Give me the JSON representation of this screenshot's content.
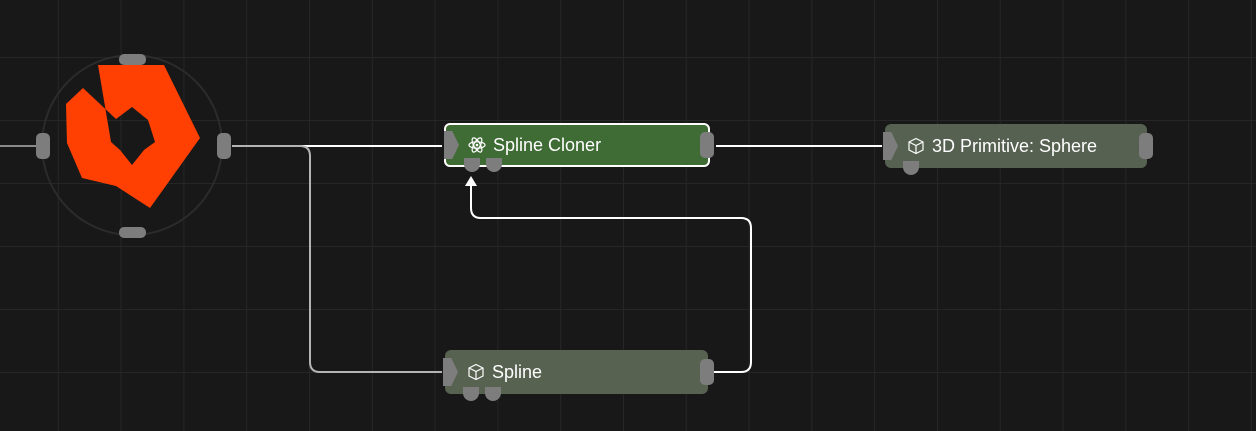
{
  "canvas": {
    "background": "#181818",
    "grid_color": "#262626"
  },
  "root_node": {
    "icon": "cavalry-star-logo-icon",
    "color": "#ff4002"
  },
  "nodes": {
    "cloner": {
      "title": "Spline Cloner",
      "icon": "atom-icon",
      "color": "#3f6b35",
      "selected": true
    },
    "sphere": {
      "title": "3D Primitive: Sphere",
      "icon": "cube-icon",
      "color": "#566151"
    },
    "spline": {
      "title": "Spline",
      "icon": "cube-icon",
      "color": "#576250"
    }
  },
  "connections": [
    {
      "from": "root_node",
      "to": "cloner"
    },
    {
      "from": "root_node",
      "to": "spline"
    },
    {
      "from": "cloner",
      "to": "sphere"
    },
    {
      "from": "spline",
      "to": "cloner"
    }
  ]
}
